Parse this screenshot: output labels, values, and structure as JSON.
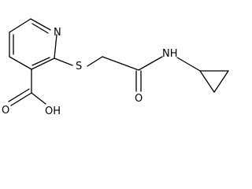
{
  "molecule": {
    "atoms": {
      "pyridine_n": "N",
      "thioether_s": "S",
      "amide_nh": "NH",
      "amide_o": "O",
      "carboxyl_oh": "OH",
      "carboxyl_o": "O"
    }
  }
}
